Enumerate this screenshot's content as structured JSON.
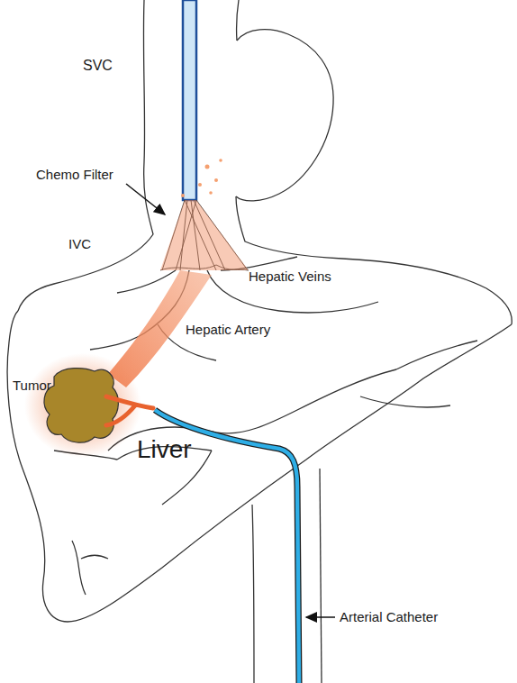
{
  "diagram": {
    "labels": [
      "SVC",
      "Chemo Filter",
      "IVC",
      "Hepatic Veins",
      "Tumor",
      "Hepatic Artery",
      "Liver",
      "Arterial Catheter"
    ]
  }
}
